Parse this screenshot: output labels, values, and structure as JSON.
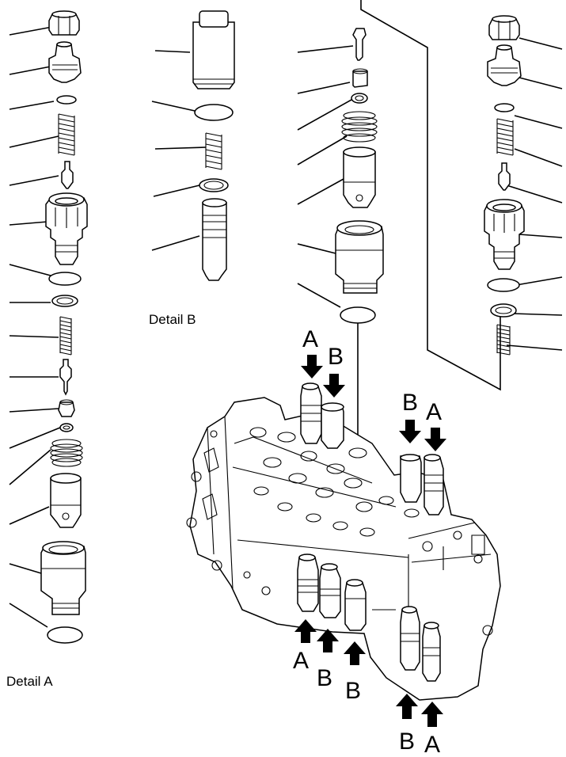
{
  "labels": {
    "detail_a": "Detail A",
    "detail_b": "Detail B"
  },
  "markers": {
    "a1": "A",
    "b1": "B",
    "b2": "B",
    "a2": "A",
    "a3": "A",
    "b3": "B",
    "b4": "B",
    "b5": "B",
    "a4": "A"
  },
  "colors": {
    "ink": "#000000",
    "paper": "#ffffff"
  }
}
